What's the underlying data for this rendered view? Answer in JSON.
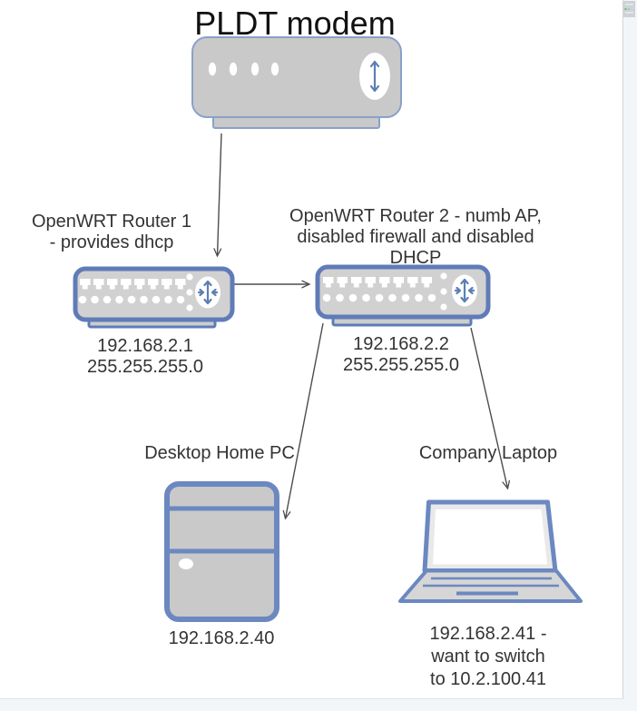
{
  "page": {
    "background_color": "#f2f6f8",
    "canvas_color": "#ffffff"
  },
  "diagram": {
    "nodes": {
      "modem": {
        "type": "modem",
        "label": "PLDT modem",
        "icon": "vertical-arrows-icon"
      },
      "router1": {
        "type": "router",
        "label": "OpenWRT Router 1\n- provides dhcp",
        "address": "192.168.2.1\n255.255.255.0",
        "icon": "switch-arrows-icon"
      },
      "router2": {
        "type": "router",
        "label": "OpenWRT Router 2 - numb AP,\ndisabled firewall and disabled\nDHCP",
        "address": "192.168.2.2\n255.255.255.0",
        "icon": "switch-arrows-icon"
      },
      "desktop": {
        "type": "desktop-pc",
        "label": "Desktop Home PC",
        "address": "192.168.2.40"
      },
      "laptop": {
        "type": "laptop",
        "label": "Company Laptop",
        "address": "192.168.2.41 -\nwant to switch\nto 10.2.100.41"
      }
    },
    "connections": [
      {
        "from": "modem",
        "to": "router1"
      },
      {
        "from": "router1",
        "to": "router2"
      },
      {
        "from": "router2",
        "to": "desktop"
      },
      {
        "from": "router2",
        "to": "laptop"
      }
    ],
    "colors": {
      "router_border": "#5f7cb8",
      "modem_border": "#8aa0cb",
      "device_border": "#6b88c0",
      "shape_fill": "#d1d1d1",
      "icon_accent": "#5b7fb5",
      "connector": "#4d4d4d",
      "text": "#333333"
    }
  }
}
